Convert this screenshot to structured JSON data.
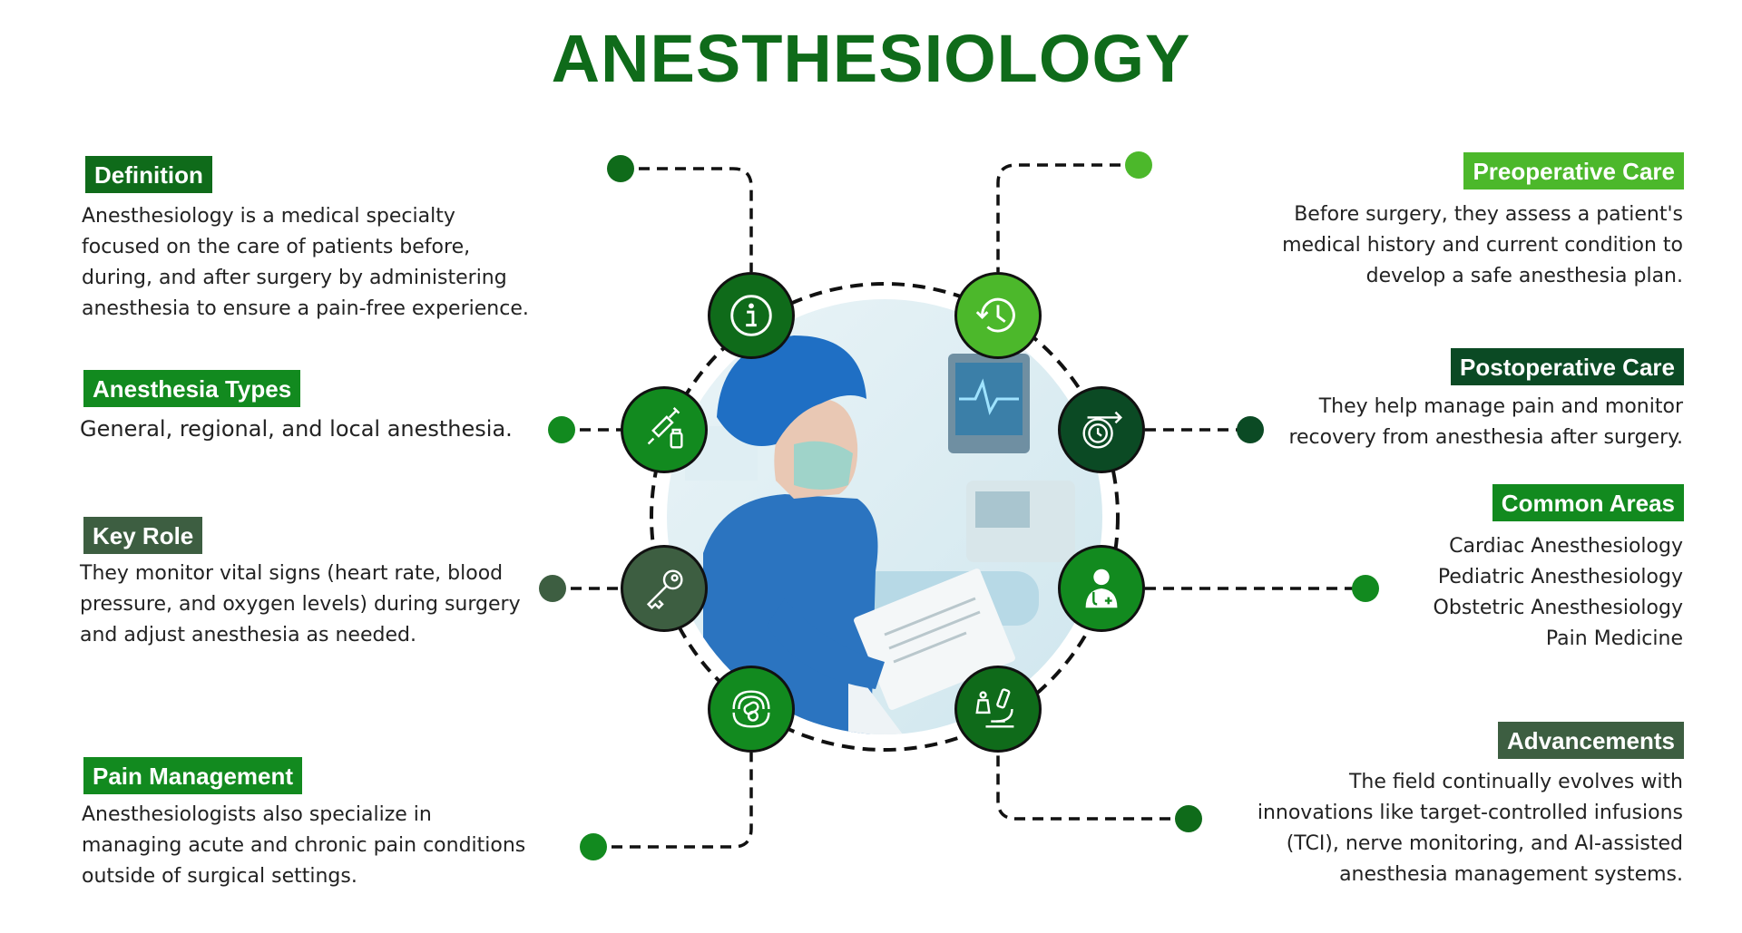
{
  "title": "ANESTHESIOLOGY",
  "colors": {
    "title": "#0f6b1a",
    "dark_green": "#0f6b1a",
    "medium_green": "#128a1f",
    "light_green": "#4cb82b",
    "forest_green": "#0b4a24",
    "slate_green": "#3d5e41"
  },
  "left": {
    "definition": {
      "label": "Definition",
      "lines": [
        "Anesthesiology is a medical specialty",
        "focused on the care of patients before,",
        "during, and after surgery by administering",
        "anesthesia to ensure a pain-free experience."
      ],
      "icon": "info-icon"
    },
    "types": {
      "label": "Anesthesia Types",
      "lines": [
        "General, regional, and local anesthesia."
      ],
      "icon": "syringe-vial-icon"
    },
    "role": {
      "label": "Key Role",
      "lines": [
        "They monitor vital signs (heart rate, blood",
        "pressure, and oxygen levels) during surgery",
        "and adjust anesthesia as needed."
      ],
      "icon": "key-icon"
    },
    "pain": {
      "label": "Pain Management",
      "lines": [
        "Anesthesiologists also specialize in",
        "managing acute and chronic pain conditions",
        "outside of surgical settings."
      ],
      "icon": "pills-waves-icon"
    }
  },
  "right": {
    "preop": {
      "label": "Preoperative Care",
      "lines": [
        "Before surgery, they assess a patient's",
        "medical history and current condition to",
        "develop a safe anesthesia plan."
      ],
      "icon": "history-clock-icon"
    },
    "postop": {
      "label": "Postoperative Care",
      "lines": [
        "They help manage pain and monitor",
        "recovery from anesthesia after surgery."
      ],
      "icon": "timer-arrow-icon"
    },
    "areas": {
      "label": "Common Areas",
      "lines": [
        "Cardiac Anesthesiology",
        "Pediatric Anesthesiology",
        "Obstetric Anesthesiology",
        "Pain Medicine"
      ],
      "icon": "doctor-icon"
    },
    "advancements": {
      "label": "Advancements",
      "lines": [
        "The field continually evolves with",
        "innovations like target-controlled infusions",
        "(TCI), nerve monitoring, and AI-assisted",
        "anesthesia management systems."
      ],
      "icon": "microscope-icon"
    }
  }
}
